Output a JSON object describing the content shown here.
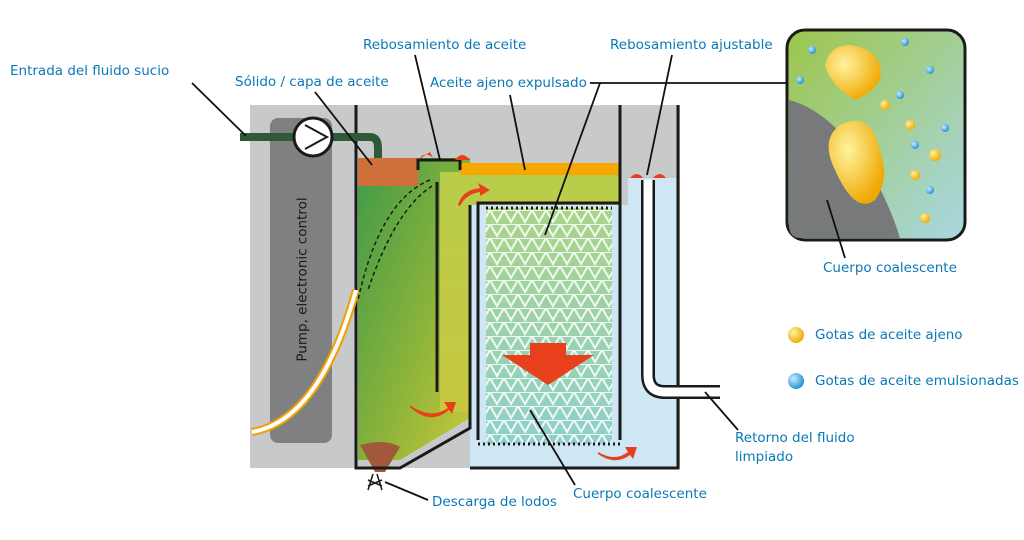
{
  "labels": {
    "inlet": "Entrada del fluido sucio",
    "solid_layer": "Sólido / capa de aceite",
    "oil_overflow": "Rebosamiento de aceite",
    "expelled_oil": "Aceite ajeno expulsado",
    "adjustable_overflow": "Rebosamiento ajustable",
    "pump": "Pump, electronic control",
    "inset_body": "Cuerpo coalescente",
    "foreign_drops": "Gotas de aceite ajeno",
    "emulsified_drops": "Gotas de aceite emulsionadas",
    "return_line1": "Retorno del fluido",
    "return_line2": "limpiado",
    "sludge": "Descarga de lodos",
    "main_body": "Cuerpo coalescente"
  },
  "colors": {
    "label_text": "#0a78b8",
    "foreign_oil_drop": "#f5b800",
    "emulsified_drop": "#3aa8e0",
    "flow_arrow": "#e8401c",
    "clean_fluid": "#cfe6f5",
    "housing": "#c8c9cb"
  }
}
